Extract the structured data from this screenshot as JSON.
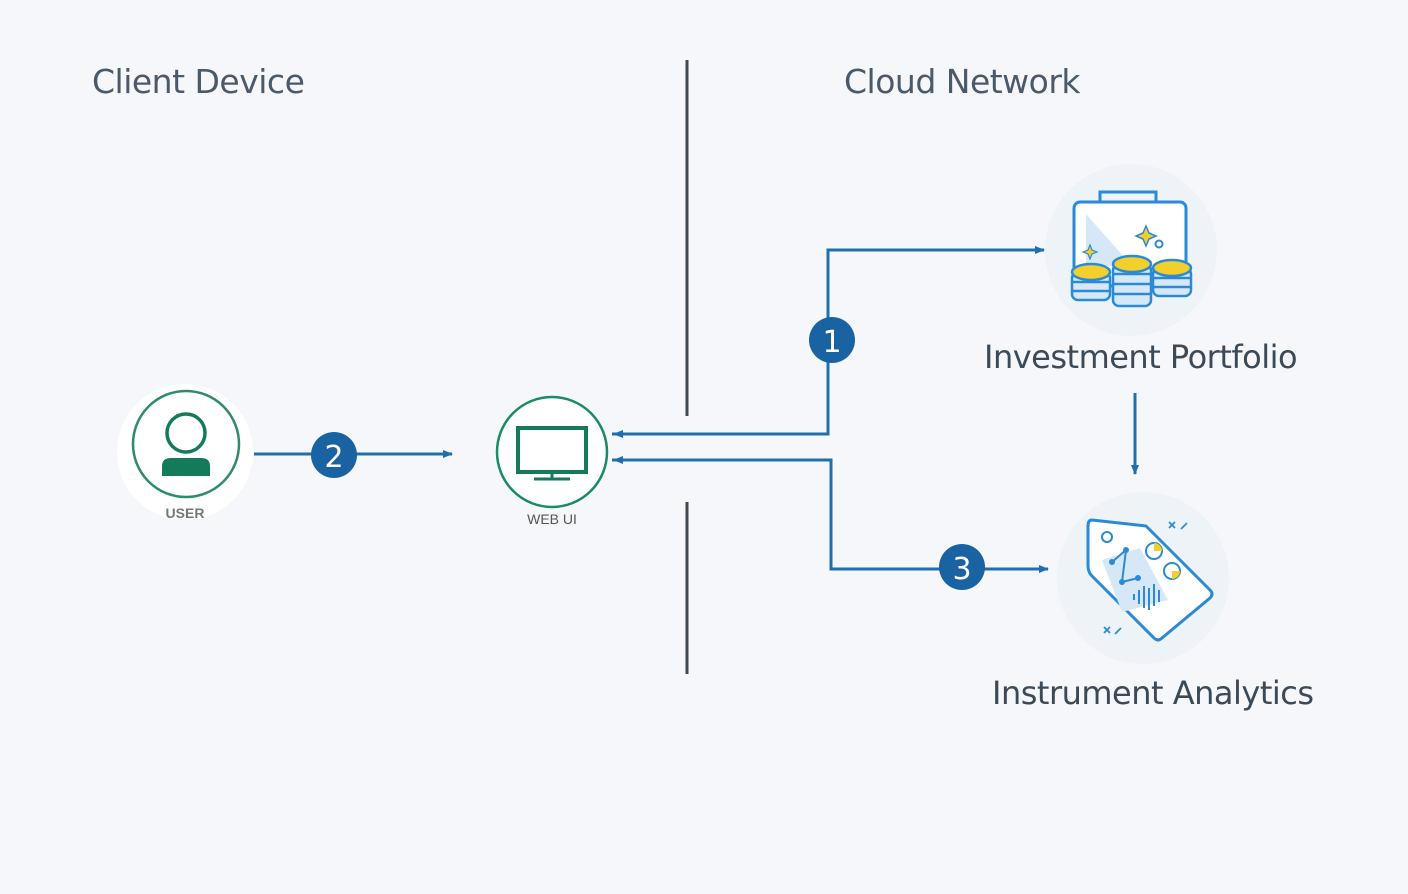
{
  "regions": {
    "client": "Client Device",
    "cloud": "Cloud Network"
  },
  "nodes": {
    "user": {
      "label": "USER",
      "icon": "user-icon"
    },
    "webui": {
      "label": "WEB UI",
      "icon": "monitor-icon"
    },
    "portfolio": {
      "label": "Investment Portfolio",
      "icon": "briefcase-coins-icon"
    },
    "analytics": {
      "label": "Instrument Analytics",
      "icon": "tag-chart-icon"
    }
  },
  "steps": {
    "one": "1",
    "two": "2",
    "three": "3"
  },
  "colors": {
    "background": "#f5f7fa",
    "divider": "#3f4a55",
    "flow": "#1f6fae",
    "badge": "#1a63a3",
    "user_green": "#147a5c",
    "icon_blue": "#2a8ad6",
    "icon_gold": "#f2cf2b"
  }
}
